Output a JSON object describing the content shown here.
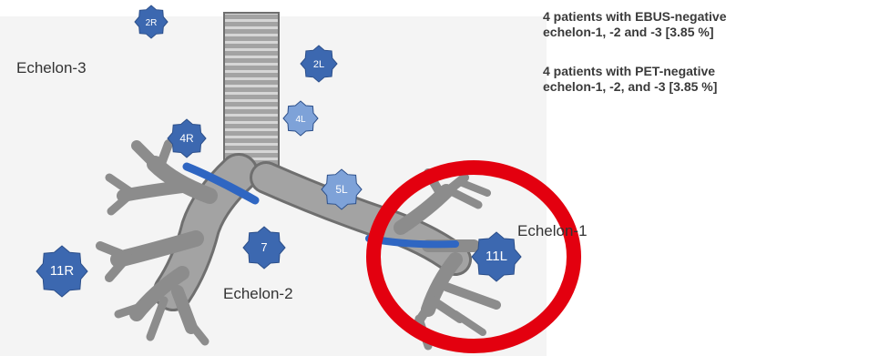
{
  "labels": {
    "echelon_3": "Echelon-3",
    "echelon_2": "Echelon-2",
    "echelon_1": "Echelon-1"
  },
  "notes": [
    {
      "line1": "4 patients with EBUS-negative",
      "line2": "echelon-1, -2 and -3 [3.85 %]"
    },
    {
      "line1": "4 patients with PET-negative",
      "line2": "echelon-1, -2, and -3 [3.85 %]"
    }
  ],
  "stations": [
    {
      "name": "2R",
      "shade": "dark"
    },
    {
      "name": "2L",
      "shade": "dark"
    },
    {
      "name": "4R",
      "shade": "dark"
    },
    {
      "name": "4L",
      "shade": "light"
    },
    {
      "name": "5L",
      "shade": "light"
    },
    {
      "name": "7",
      "shade": "dark"
    },
    {
      "name": "11R",
      "shade": "dark"
    },
    {
      "name": "11L",
      "shade": "dark"
    }
  ],
  "colors": {
    "station_dark": "#3c68b0",
    "station_light": "#7ea2d8",
    "airway": "#9a9a9a",
    "highlight_vessel": "#2f66c2",
    "circle": "#e3000f"
  }
}
